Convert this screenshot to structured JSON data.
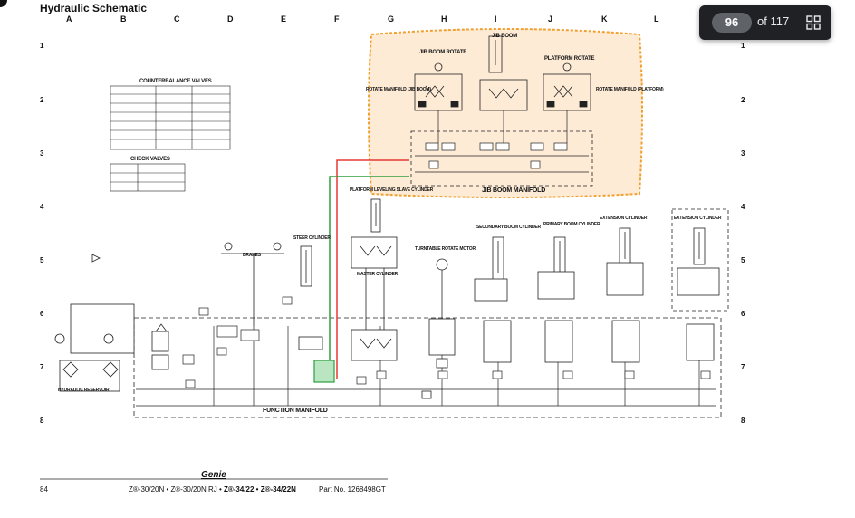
{
  "page": {
    "title": "Hydraulic Schematic",
    "column_letters": [
      "A",
      "B",
      "C",
      "D",
      "E",
      "F",
      "G",
      "H",
      "I",
      "J",
      "K",
      "L"
    ],
    "row_numbers": [
      "1",
      "2",
      "3",
      "4",
      "5",
      "6",
      "7",
      "8"
    ]
  },
  "viewer": {
    "current_page": "96",
    "of_label": "of 117",
    "grid_icon": "grid-view-icon"
  },
  "schematic": {
    "jib_boom_manifold": "JIB BOOM MANIFOLD",
    "function_manifold": "FUNCTION MANIFOLD",
    "jib_boom": "JIB BOOM",
    "jib_boom_rotate": "JIB BOOM ROTATE",
    "platform_rotate": "PLATFORM ROTATE",
    "rotate_manifold_left": "ROTATE MANIFOLD (JIB BOOM)",
    "rotate_manifold_right": "ROTATE MANIFOLD (PLATFORM)",
    "counterbalance_valves": "COUNTERBALANCE VALVES",
    "check_valves": "CHECK VALVES",
    "platform_leveling": "PLATFORM LEVELING SLAVE CYLINDER",
    "master_cylinder": "MASTER CYLINDER",
    "turntable_rotate_motor": "TURNTABLE ROTATE MOTOR",
    "secondary_boom_cylinder": "SECONDARY BOOM CYLINDER",
    "primary_boom_cylinder": "PRIMARY BOOM CYLINDER",
    "extension_cylinder": "EXTENSION CYLINDER",
    "steer_cylinder": "STEER CYLINDER",
    "brakes": "BRAKES",
    "hydraulic_reservoir": "HYDRAULIC RESERVOIR"
  },
  "footer": {
    "page_number": "84",
    "logo": "Genie",
    "models_plain": "Z®-30/20N • Z®-30/20N RJ • ",
    "models_bold": "Z®-34/22 • Z®-34/22N",
    "part_no": "Part No. 1268498GT"
  },
  "colors": {
    "highlight_fill": "#fdebd6",
    "highlight_border": "#f0a030",
    "red_line": "#e53935",
    "green_line": "#2e9e3e",
    "viewer_bg": "#202124"
  }
}
